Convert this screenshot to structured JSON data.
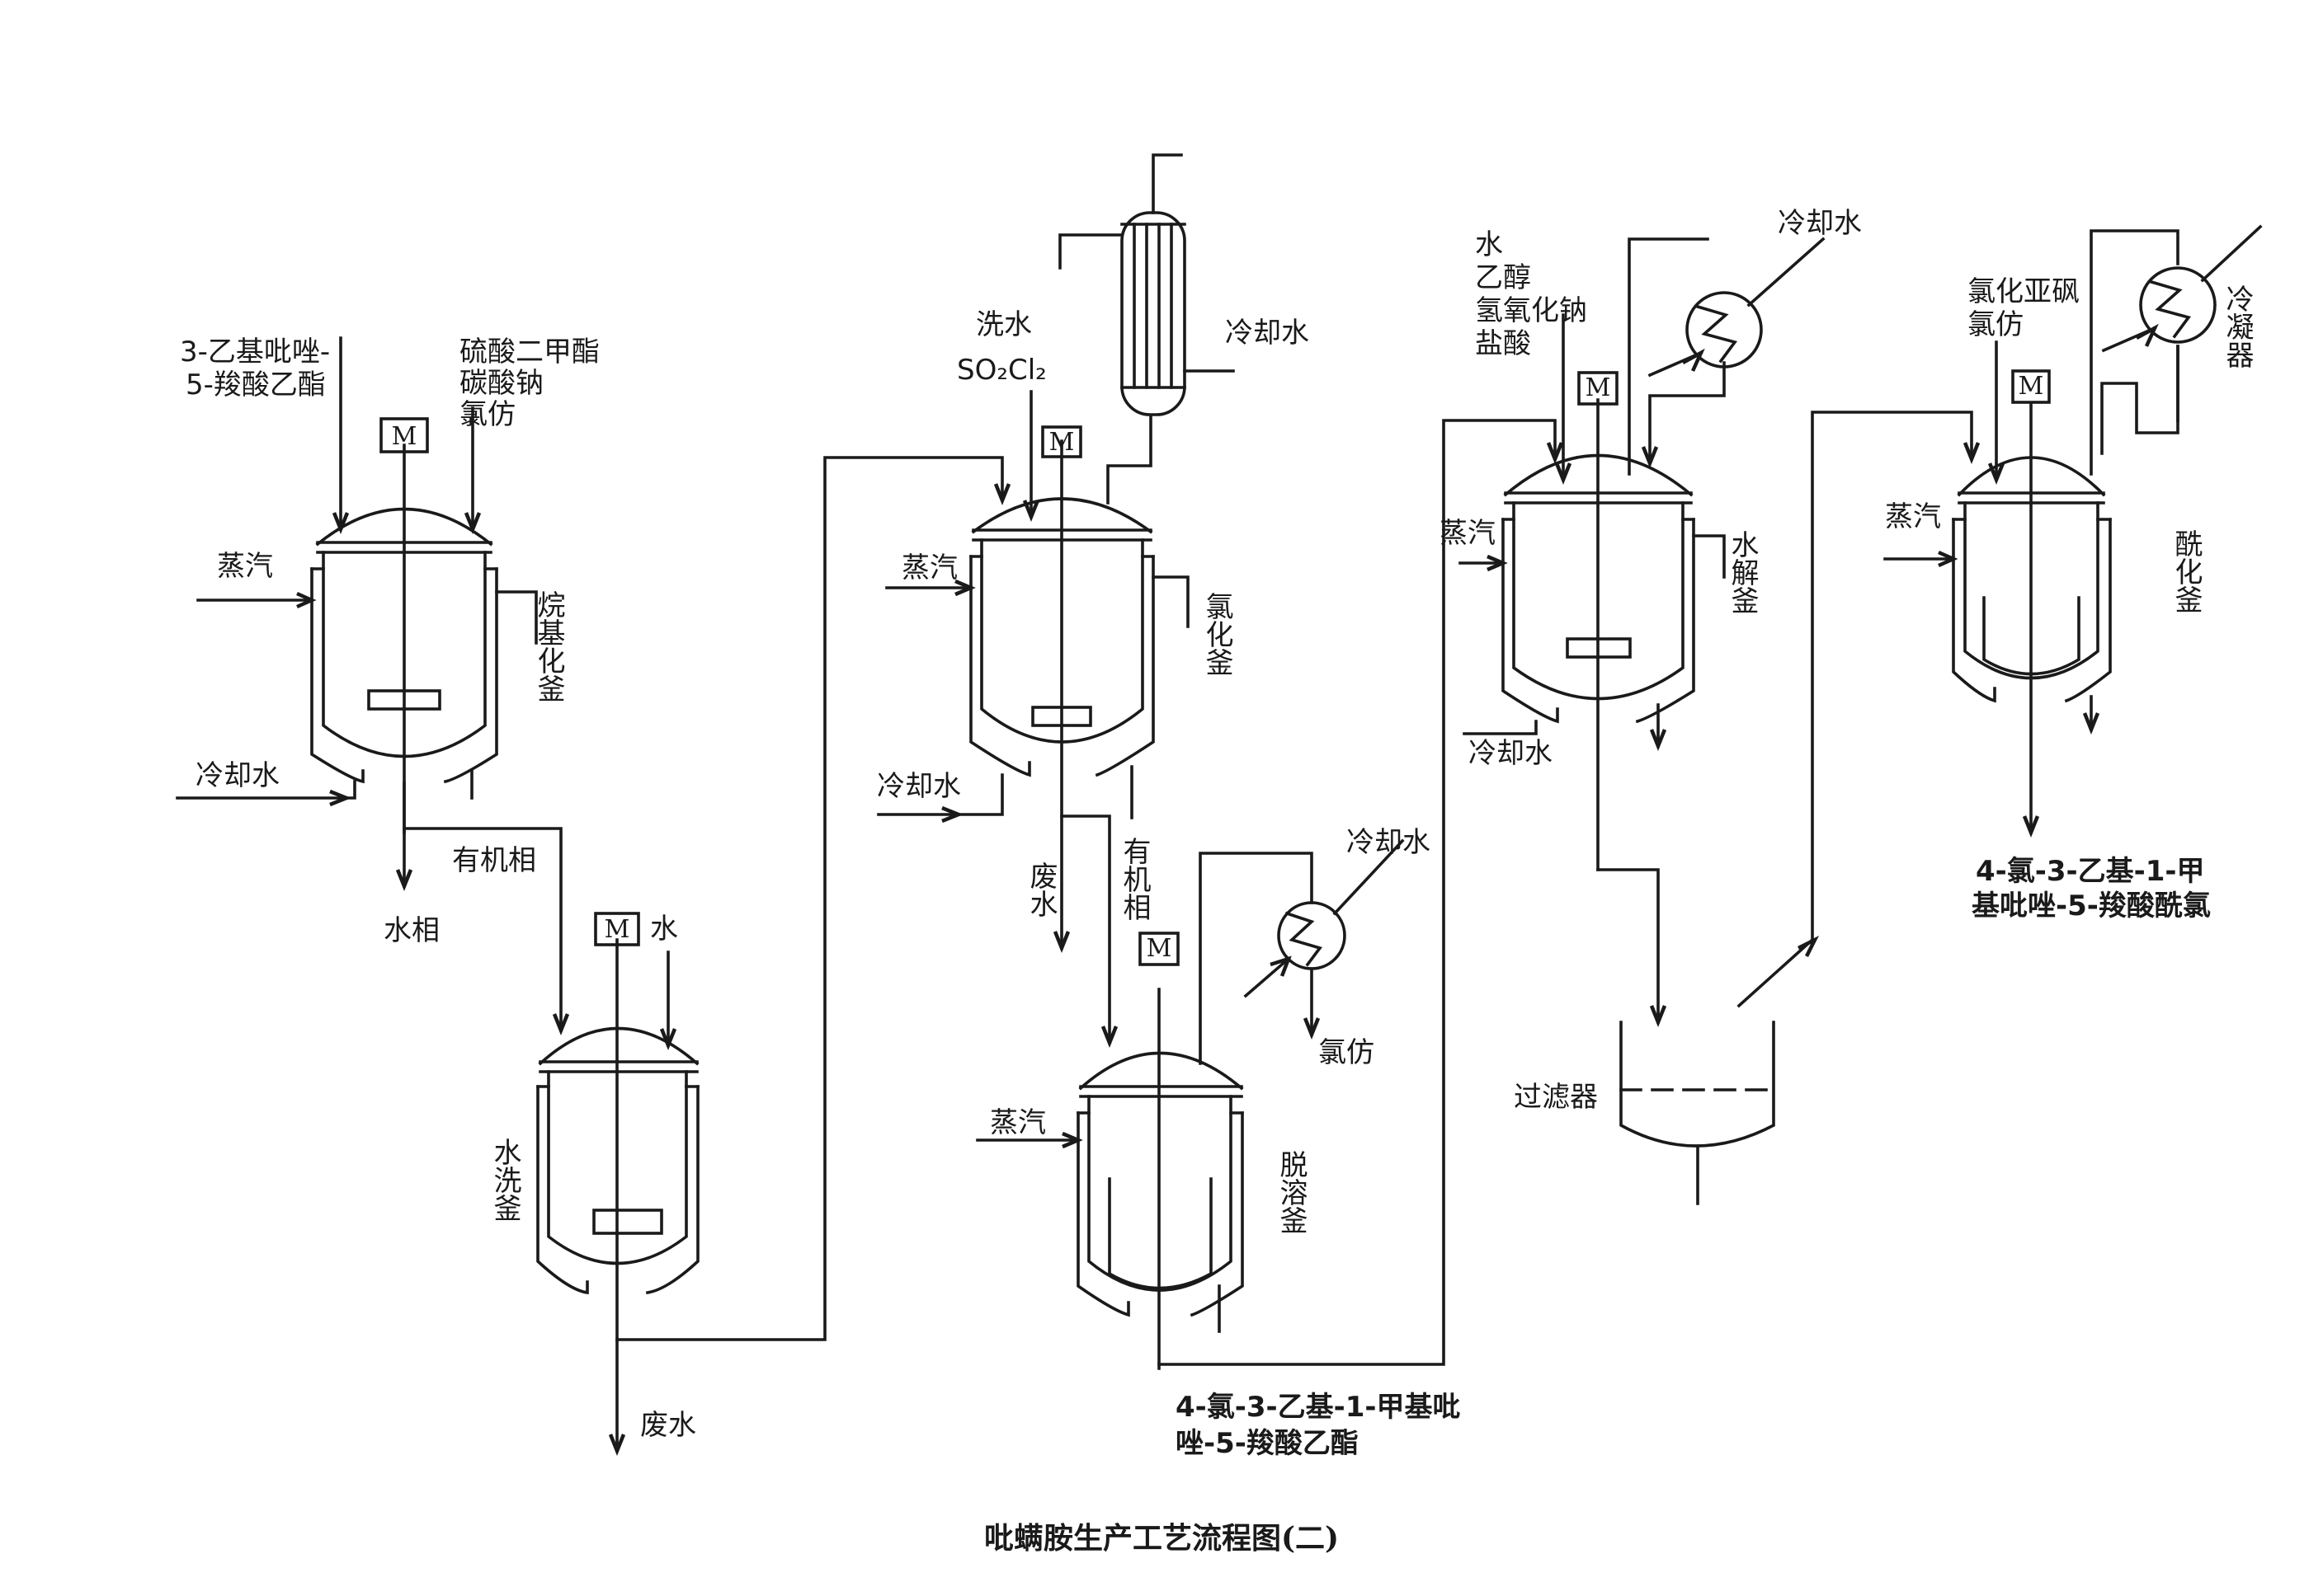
{
  "caption": "吡螨胺生产工艺流程图(二)",
  "motor_label": "M",
  "labels": {
    "feed_ethyl_ester_l1": "3-乙基吡唑-",
    "feed_ethyl_ester_l2": "5-羧酸乙酯",
    "feed_dms_l1": "硫酸二甲酯",
    "feed_dms_l2": "碳酸钠",
    "feed_dms_l3": "氯仿",
    "steam": "蒸汽",
    "cooling_water": "冷却水",
    "alkylation_kettle": "烷基化釜",
    "organic_phase": "有机相",
    "aqueous_phase": "水相",
    "water": "水",
    "washing_kettle": "水洗釜",
    "waste_water": "废水",
    "wash_water": "洗水",
    "so2cl2": "SO₂Cl₂",
    "chlorination_kettle": "氯化釜",
    "desolvation_kettle": "脱溶釜",
    "chloroform": "氯仿",
    "product1_l1": "4-氯-3-乙基-1-甲基吡",
    "product1_l2": "唑-5-羧酸乙酯",
    "hydro_feed_l1": "水",
    "hydro_feed_l2": "乙醇",
    "hydro_feed_l3": "氢氧化钠",
    "hydro_feed_l4": "盐酸",
    "hydrolysis_kettle": "水解釜",
    "filter": "过滤器",
    "acyl_feed_l1": "氯化亚砜",
    "acyl_feed_l2": "氯仿",
    "condenser": "冷凝器",
    "acylation_kettle": "酰化釜",
    "product2_l1": "4-氯-3-乙基-1-甲",
    "product2_l2": "基吡唑-5-羧酸酰氯"
  }
}
